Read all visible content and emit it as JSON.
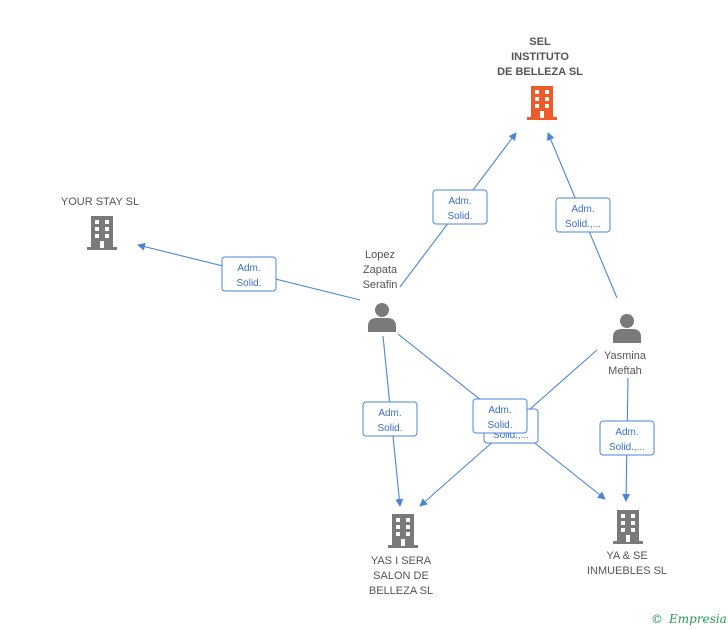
{
  "colors": {
    "edge": "#4a86d8",
    "company": "#7a7a7a",
    "main_company": "#f05a28",
    "person": "#7a7a7a",
    "brand": "#2a9a5a"
  },
  "nodes": {
    "sel": {
      "lines": [
        "SEL",
        "INSTITUTO",
        "DE BELLEZA SL"
      ],
      "icon": "building-icon"
    },
    "your_stay": {
      "lines": [
        "YOUR STAY SL"
      ],
      "icon": "building-icon"
    },
    "lopez": {
      "lines": [
        "Lopez",
        "Zapata",
        "Serafin"
      ],
      "icon": "person-icon"
    },
    "yasmina": {
      "lines": [
        "Yasmina",
        "Meftah"
      ],
      "icon": "person-icon"
    },
    "yas_i_sera": {
      "lines": [
        "YAS I SERA",
        "SALON DE",
        "BELLEZA SL"
      ],
      "icon": "building-icon"
    },
    "ya_se": {
      "lines": [
        "YA & SE",
        "INMUEBLES SL"
      ],
      "icon": "building-icon"
    }
  },
  "edges": [
    {
      "from": "lopez",
      "to": "sel",
      "label": [
        "Adm.",
        "Solid."
      ]
    },
    {
      "from": "yasmina",
      "to": "sel",
      "label": [
        "Adm.",
        "Solid.,..."
      ]
    },
    {
      "from": "lopez",
      "to": "your_stay",
      "label": [
        "Adm.",
        "Solid."
      ]
    },
    {
      "from": "lopez",
      "to": "yas_i_sera",
      "label": [
        "Adm.",
        "Solid."
      ]
    },
    {
      "from": "lopez",
      "to": "ya_se",
      "label": [
        "Adm.",
        "Solid.,..."
      ]
    },
    {
      "from": "yasmina",
      "to": "yas_i_sera",
      "label": [
        "Adm.",
        "Solid."
      ]
    },
    {
      "from": "yasmina",
      "to": "ya_se",
      "label": [
        "Adm.",
        "Solid.,..."
      ]
    }
  ],
  "footer": {
    "copyright_symbol": "©",
    "brand": "Empresia"
  }
}
